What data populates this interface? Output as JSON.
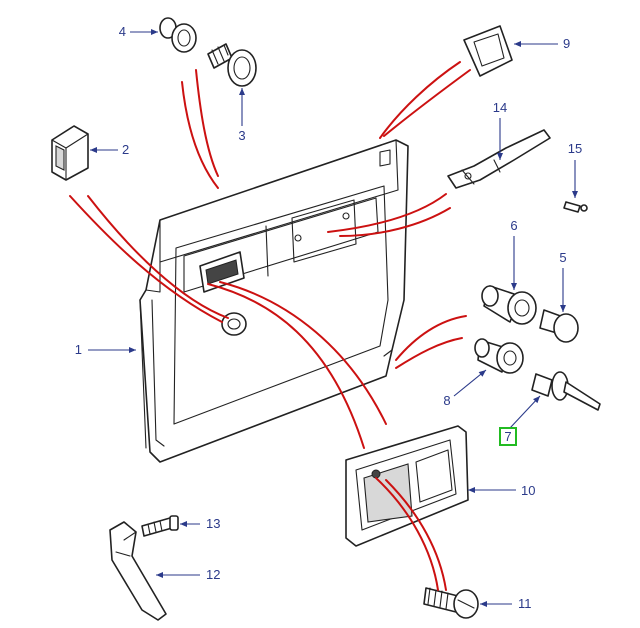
{
  "colors": {
    "line": "#2b3a8a",
    "red": "#cc1111",
    "highlight": "#22bb22",
    "ink": "#222222"
  },
  "callouts": [
    {
      "id": "1",
      "text": "1"
    },
    {
      "id": "2",
      "text": "2"
    },
    {
      "id": "3",
      "text": "3"
    },
    {
      "id": "4",
      "text": "4"
    },
    {
      "id": "5",
      "text": "5"
    },
    {
      "id": "6",
      "text": "6"
    },
    {
      "id": "7",
      "text": "7",
      "highlighted": true
    },
    {
      "id": "8",
      "text": "8"
    },
    {
      "id": "9",
      "text": "9"
    },
    {
      "id": "10",
      "text": "10"
    },
    {
      "id": "11",
      "text": "11"
    },
    {
      "id": "12",
      "text": "12"
    },
    {
      "id": "13",
      "text": "13"
    },
    {
      "id": "14",
      "text": "14"
    },
    {
      "id": "15",
      "text": "15"
    }
  ]
}
